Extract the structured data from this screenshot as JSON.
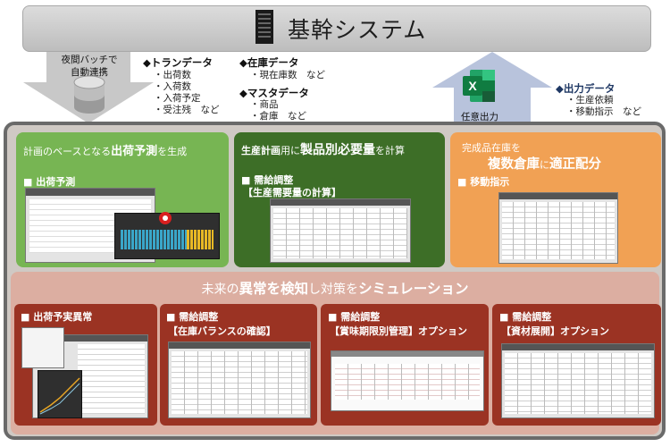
{
  "header": {
    "title": "基幹システム"
  },
  "batch": {
    "line1": "夜間バッチで",
    "line2": "自動連携"
  },
  "tran": {
    "title": "トランデータ",
    "items": [
      "出荷数",
      "入荷数",
      "入荷予定",
      "受注残　など"
    ]
  },
  "stock": {
    "title": "在庫データ",
    "items": [
      "現在庫数　など"
    ]
  },
  "master": {
    "title": "マスタデータ",
    "items": [
      "商品",
      "倉庫　など"
    ]
  },
  "output": {
    "label": "任意出力",
    "title": "出力データ",
    "items": [
      "生産依頼",
      "移動指示　など"
    ]
  },
  "forecast": {
    "pre": "計画のベースとなる",
    "bold": "出荷予測",
    "post": "を生成",
    "section": "出荷予測"
  },
  "production": {
    "pre": "生産計画",
    "mid": "用に",
    "bold": "製品別必要量",
    "post": "を計算",
    "section": "需給調整",
    "sub": "【生産需要量の計算】"
  },
  "allocation": {
    "line1": "完成品在庫を",
    "bold1": "複数倉庫",
    "mid": "に",
    "bold2": "適正配分",
    "section": "移動指示"
  },
  "simulation": {
    "pre": "未来の",
    "bold1": "異常を検知",
    "mid": "し対策を",
    "bold2": "シミュレーション"
  },
  "cards": [
    {
      "title": "出荷予実異常",
      "sub": ""
    },
    {
      "title": "需給調整",
      "sub": "【在庫バランスの確認】"
    },
    {
      "title": "需給調整",
      "sub": "【賞味期限別管理】オプション"
    },
    {
      "title": "需給調整",
      "sub": "【資材展開】オプション"
    }
  ],
  "colors": {
    "green_light": "#77b553",
    "green_dark": "#3d6e27",
    "orange": "#f1a154",
    "red": "#9b3323",
    "arrow_gray": "#c8c8c8",
    "arrow_blue": "#b8c3dc"
  }
}
